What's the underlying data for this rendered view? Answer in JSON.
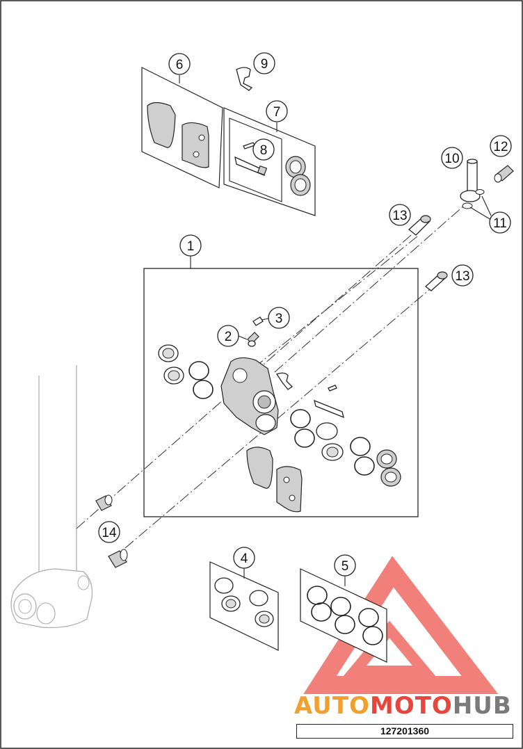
{
  "diagram": {
    "part_number": "127201360",
    "watermark": {
      "part1": "AUTO",
      "part2": "MOTO",
      "part3": "HUB"
    },
    "colors": {
      "watermark_red": "#e8453c",
      "watermark_orange": "#f0a030",
      "watermark_gray": "#7a7a7a",
      "line": "#222222"
    },
    "callouts": [
      {
        "id": "c1",
        "label": "1"
      },
      {
        "id": "c2",
        "label": "2"
      },
      {
        "id": "c3",
        "label": "3"
      },
      {
        "id": "c4",
        "label": "4"
      },
      {
        "id": "c5",
        "label": "5"
      },
      {
        "id": "c6",
        "label": "6"
      },
      {
        "id": "c7",
        "label": "7"
      },
      {
        "id": "c8",
        "label": "8"
      },
      {
        "id": "c9",
        "label": "9"
      },
      {
        "id": "c10",
        "label": "10"
      },
      {
        "id": "c11",
        "label": "11"
      },
      {
        "id": "c12",
        "label": "12"
      },
      {
        "id": "c13a",
        "label": "13"
      },
      {
        "id": "c13b",
        "label": "13"
      },
      {
        "id": "c14",
        "label": "14"
      }
    ]
  }
}
